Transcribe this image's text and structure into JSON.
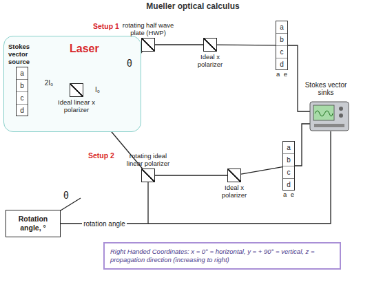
{
  "diagram": {
    "title": "Mueller optical calculus",
    "nodes": [
      {
        "text": [
          "Laser"
        ]
      },
      {
        "text": [
          "Stokes vector source",
          "a b c d"
        ],
        "in": 0
      },
      {
        "text": [
          "Ideal linear x polarizer"
        ],
        "in": 0
      },
      {
        "text": [
          "rotating half wave plate (HWP)"
        ]
      },
      {
        "text": [
          "Ideal x polarizer"
        ]
      },
      {
        "text": [
          "a b c d",
          "a",
          "e"
        ]
      },
      {
        "text": [
          "rotating ideal linear polarizer"
        ]
      },
      {
        "text": [
          "Ideal x polarizer"
        ]
      },
      {
        "text": [
          "a b c d",
          "a",
          "e"
        ]
      },
      {
        "text": [
          "Rotation angle, °"
        ]
      },
      {
        "text": [
          "Right Handed Coordinates: x = 0° = horizontal, y = + 90° = vertical, z = propagation direction (increasing to right)"
        ]
      }
    ],
    "edges": [
      {
        "from": 1,
        "to": 2,
        "arrow": "none",
        "label": "2I₀"
      },
      {
        "from": 2,
        "to": 3,
        "arrow": "none"
      },
      {
        "from": 3,
        "to": 4,
        "arrow": "none"
      },
      {
        "from": 4,
        "to": 5,
        "arrow": "none"
      },
      {
        "from": 2,
        "to": 6,
        "arrow": "none"
      },
      {
        "from": 6,
        "to": 7,
        "arrow": "none"
      },
      {
        "from": 7,
        "to": 8,
        "arrow": "none"
      },
      {
        "from": 9,
        "to": 6,
        "arrow": "none",
        "label": "rotation angle"
      }
    ],
    "labels": [
      "Setup 1",
      "Setup 2",
      "I₀",
      "θ",
      "θ",
      "Stokes vector sinks"
    ]
  }
}
